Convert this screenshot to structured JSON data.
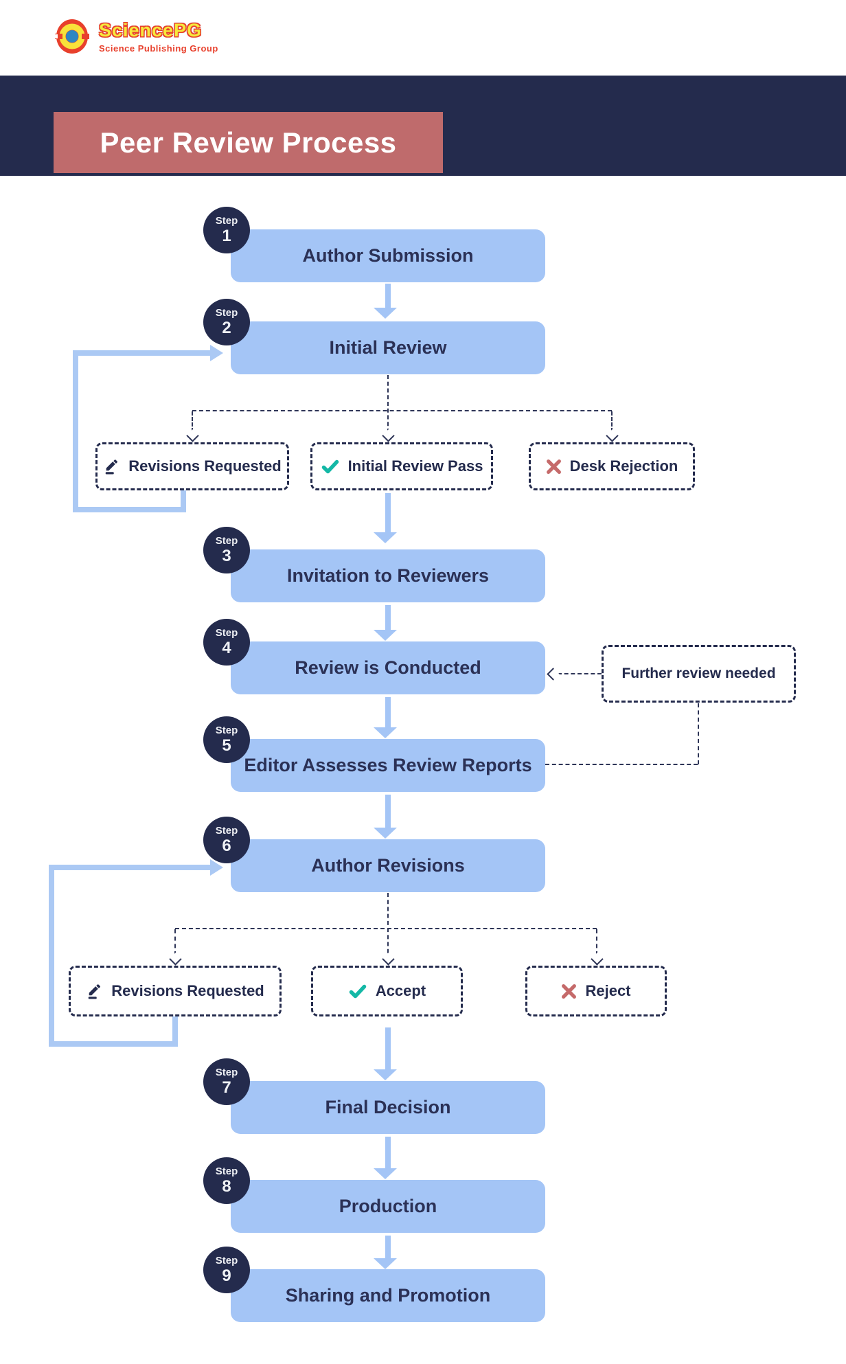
{
  "brand": {
    "name": "SciencePG",
    "tagline": "Science Publishing Group"
  },
  "title": "Peer Review Process",
  "step_word": "Step",
  "steps": [
    {
      "number": "1",
      "title": "Author Submission"
    },
    {
      "number": "2",
      "title": "Initial Review"
    },
    {
      "number": "3",
      "title": "Invitation to Reviewers"
    },
    {
      "number": "4",
      "title": "Review is Conducted"
    },
    {
      "number": "5",
      "title": "Editor Assesses Review Reports"
    },
    {
      "number": "6",
      "title": "Author Revisions"
    },
    {
      "number": "7",
      "title": "Final Decision"
    },
    {
      "number": "8",
      "title": "Production"
    },
    {
      "number": "9",
      "title": "Sharing and Promotion"
    }
  ],
  "decisions_row1": [
    {
      "icon": "pencil-icon",
      "label": "Revisions Requested"
    },
    {
      "icon": "check-icon",
      "label": "Initial Review Pass"
    },
    {
      "icon": "cross-icon",
      "label": "Desk Rejection"
    }
  ],
  "decisions_row2": [
    {
      "icon": "pencil-icon",
      "label": "Revisions Requested"
    },
    {
      "icon": "check-icon",
      "label": "Accept"
    },
    {
      "icon": "cross-icon",
      "label": "Reject"
    }
  ],
  "side_note": "Further review needed",
  "colors": {
    "navy": "#242b4d",
    "box_blue": "#a4c5f6",
    "loop_blue": "#abc9f4",
    "banner_red": "#bf6b6c",
    "check_teal": "#14b8a6",
    "cross_red": "#c56a6a",
    "brand_red": "#e8402c",
    "brand_yellow": "#f6e93c"
  }
}
